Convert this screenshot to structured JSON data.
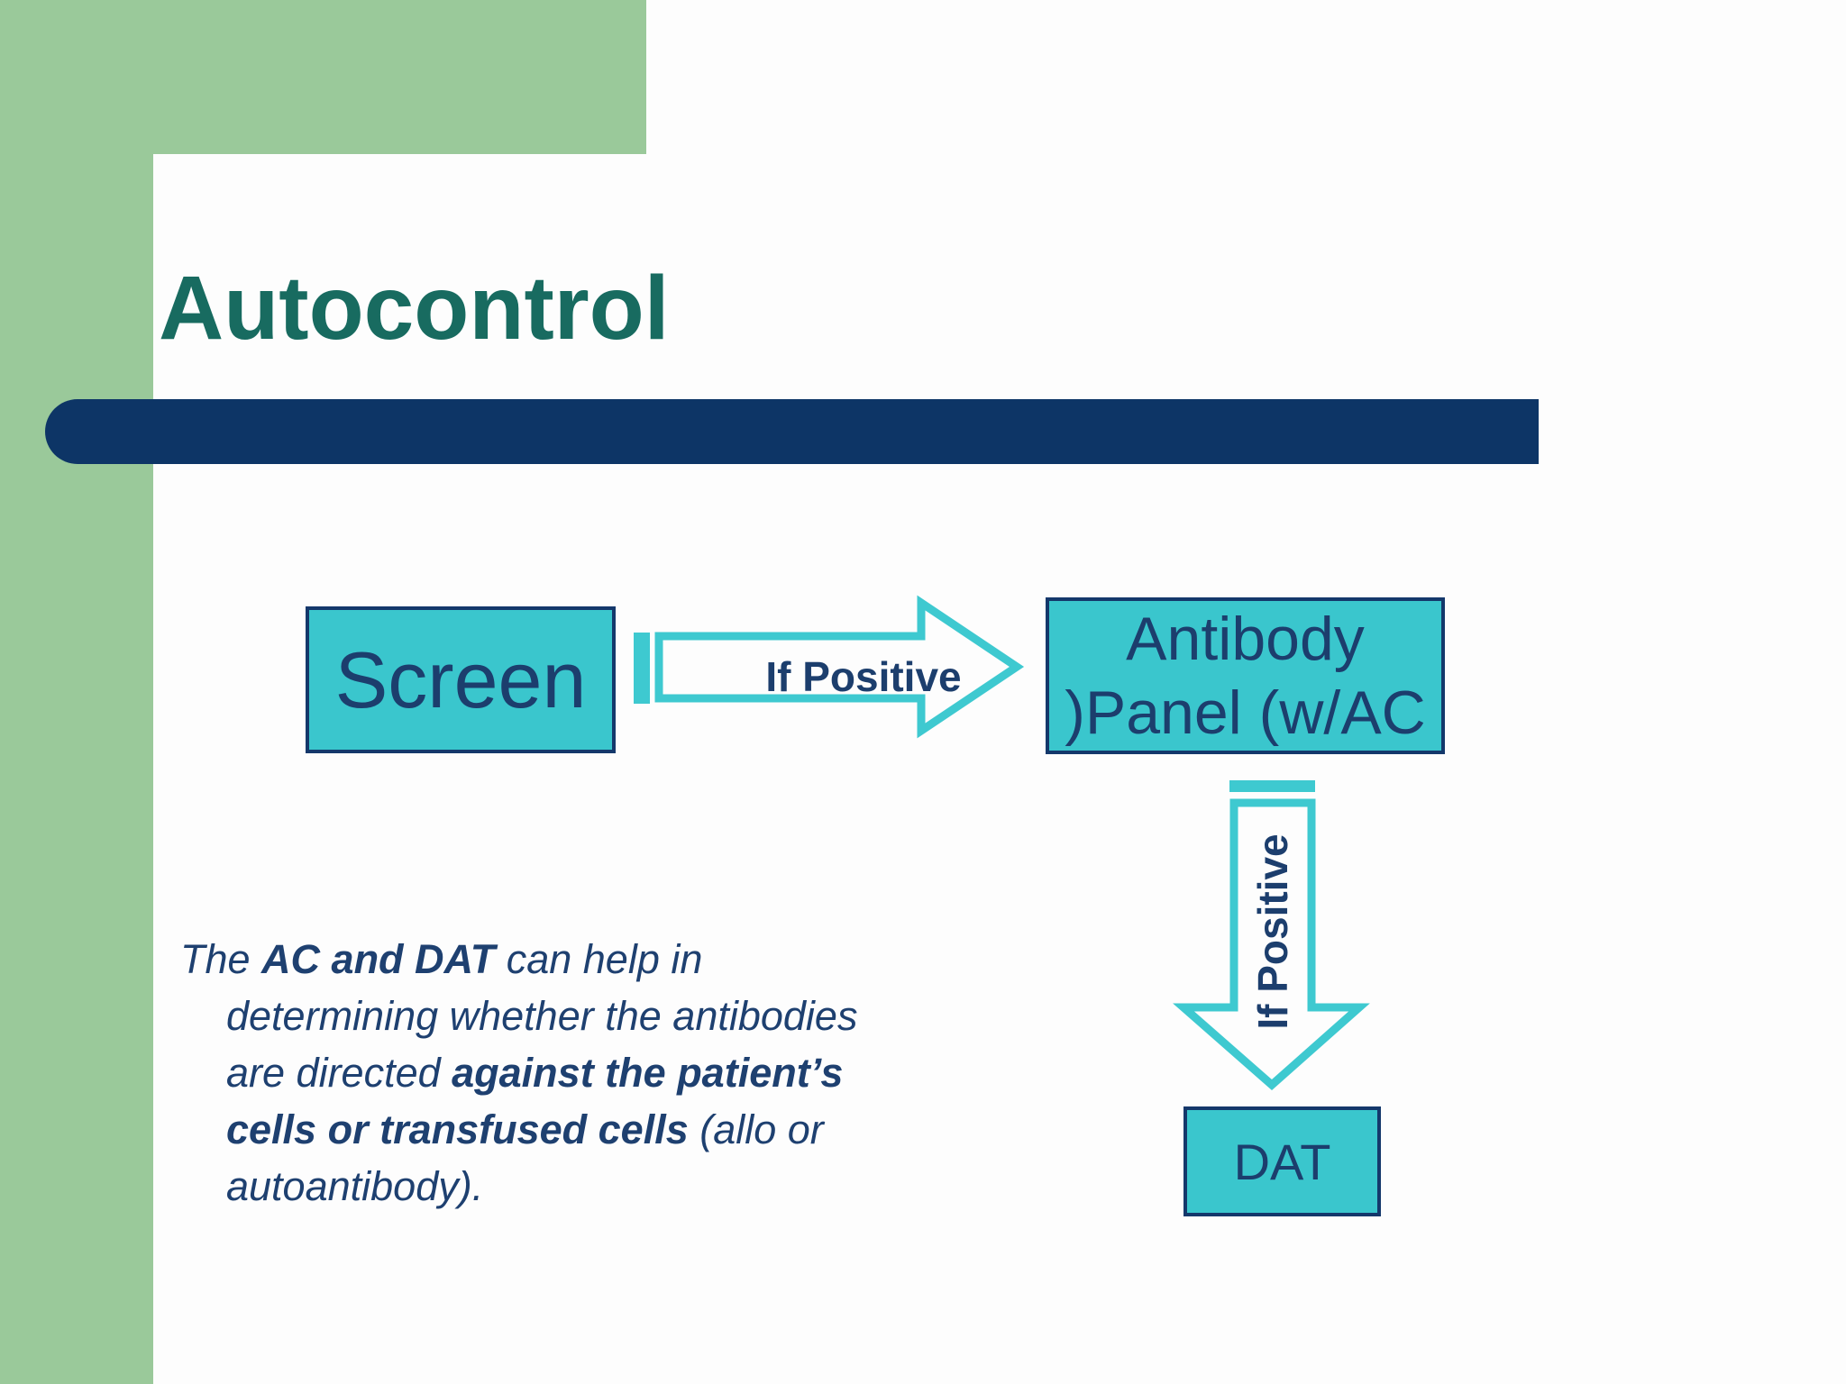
{
  "slide": {
    "title": "Autocontrol"
  },
  "flowchart": {
    "screen_label": "Screen",
    "arrow_right_label": "If Positive",
    "panel_label_line1": "Antibody",
    "panel_label_line2": ")Panel (w/AC",
    "arrow_down_label": "If Positive",
    "dat_label": "DAT"
  },
  "paragraph": {
    "line1_normal": "The ",
    "line1_bold": "AC and DAT",
    "line1_rest": " can help in",
    "line2": "determining whether the antibodies",
    "line3_normal": "are directed ",
    "line3_bold": "against the patient’s",
    "line4_bold": "cells or transfused cells",
    "line4_rest": " (allo or",
    "line5": "autoantibody)."
  },
  "colors": {
    "background_green": "#9ac99a",
    "panel_white": "#fdfdfd",
    "title_teal": "#186b60",
    "navy_bar": "#0d3566",
    "box_fill_turquoise": "#3ac6cd",
    "box_border_navy": "#14386b",
    "arrow_outline_turquoise": "#3ec9d0",
    "text_navy": "#1c3e6d"
  }
}
